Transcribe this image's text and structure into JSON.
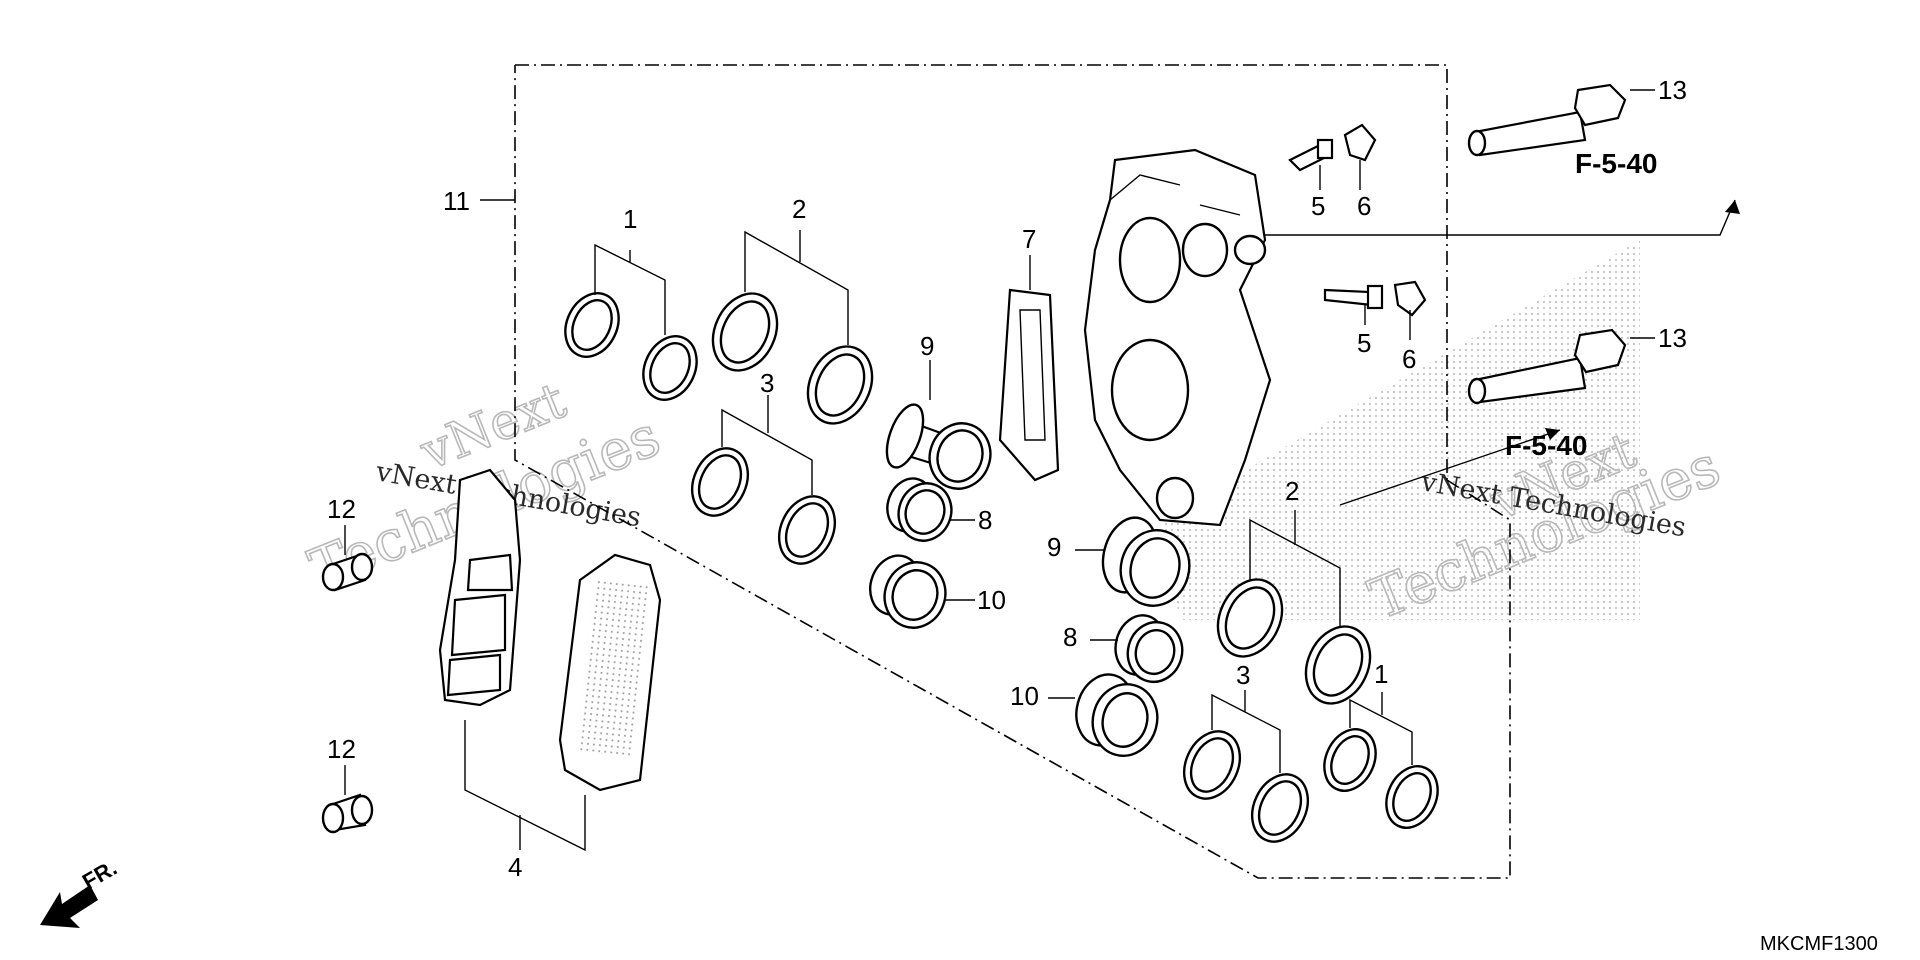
{
  "callouts": {
    "c1a": "1",
    "c2a": "2",
    "c3a": "3",
    "c4": "4",
    "c5a": "5",
    "c5b": "5",
    "c6a": "6",
    "c6b": "6",
    "c7": "7",
    "c8a": "8",
    "c8b": "8",
    "c9a": "9",
    "c9b": "9",
    "c10a": "10",
    "c10b": "10",
    "c11": "11",
    "c12a": "12",
    "c12b": "12",
    "c13a": "13",
    "c13b": "13",
    "c2b": "2",
    "c3b": "3",
    "c1b": "1"
  },
  "refs": {
    "top": "F-5-40",
    "bottom": "F-5-40"
  },
  "front_marker": "FR.",
  "diagram_code": "MKCMF1300",
  "watermark": {
    "brand": "vNext",
    "line": "vNext Technologies",
    "word": "Technologies"
  },
  "colors": {
    "ink": "#000000",
    "watermark": "#b8b8b8",
    "paper": "#ffffff"
  }
}
